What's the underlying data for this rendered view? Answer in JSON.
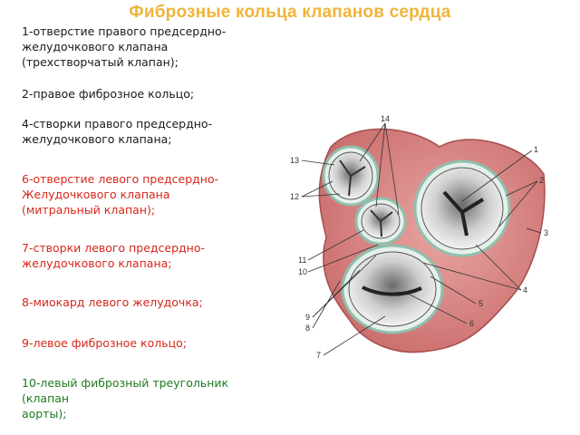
{
  "slide": {
    "title": "Фиброзные кольца клапанов сердца"
  },
  "legend": [
    {
      "text": "1-отверстие правого предсердно-\nжелудочкового клапана\n(трехстворчатый клапан);",
      "color": "black"
    },
    {
      "text": "2-правое фиброзное кольцо;",
      "color": "black"
    },
    {
      "text": "4-створки правого предсердно-\nжелудочкового клапана;",
      "color": "black"
    },
    {
      "text": "6-отверстие левого предсердно-\nЖелудочкового клапана\n(митральный клапан);",
      "color": "red"
    },
    {
      "text": "7-створки левого предсердно-\nжелудочкового клапана;",
      "color": "red"
    },
    {
      "text": "8-миокард левого желудочка;",
      "color": "red"
    },
    {
      "text": "9-левое фиброзное кольцо;",
      "color": "red"
    },
    {
      "text": "10-левый фиброзный треугольник\n        (клапан\nаорты);",
      "color": "green"
    }
  ],
  "figure": {
    "callouts": [
      "14",
      "13",
      "12",
      "1",
      "2",
      "3",
      "11",
      "10",
      "9",
      "8",
      "7",
      "6",
      "5",
      "4"
    ]
  }
}
